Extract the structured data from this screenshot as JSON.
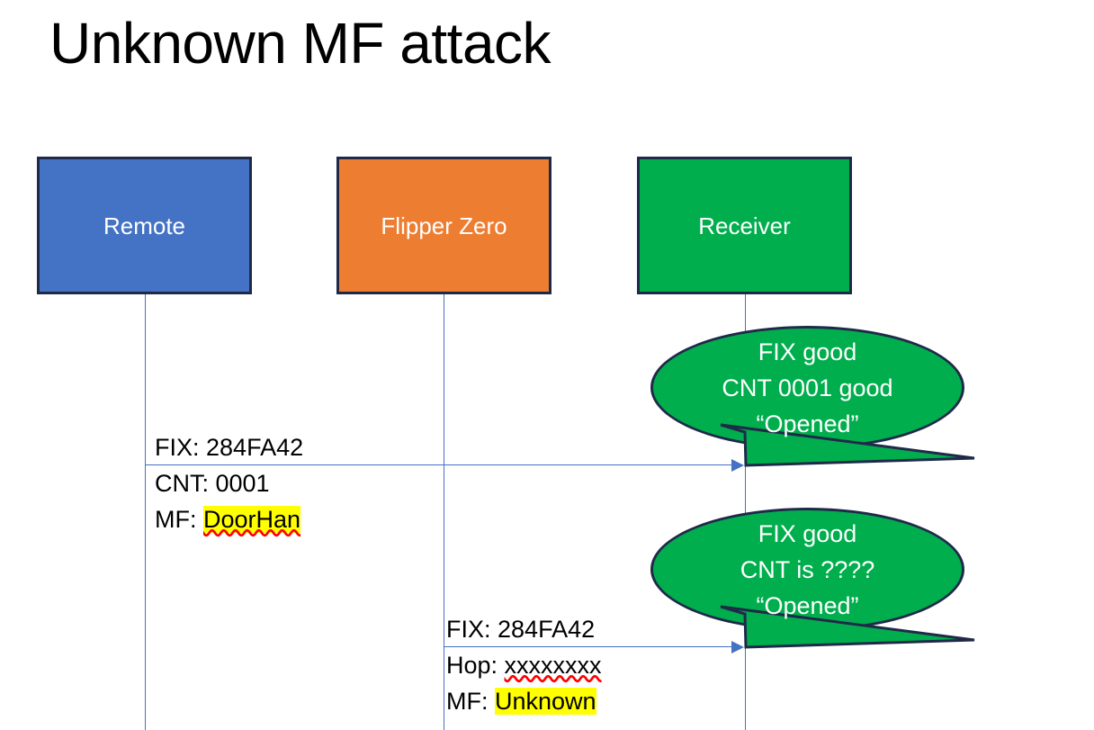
{
  "slide": {
    "title": "Unknown MF attack",
    "background": "#ffffff"
  },
  "colors": {
    "remote": "#4472C4",
    "flipper": "#ED7D31",
    "receiver": "#00AE4D",
    "box_border": "#1F2A49",
    "lifeline": "#4472C4",
    "arrow": "#4472C4",
    "highlight": "#FFFF00",
    "spellcheck_underline": "#FF0000",
    "box_label_text": "#FFFFFF",
    "message_text": "#000000"
  },
  "actors": [
    {
      "id": "remote",
      "label": "Remote"
    },
    {
      "id": "flipper",
      "label": "Flipper Zero"
    },
    {
      "id": "receiver",
      "label": "Receiver"
    }
  ],
  "messages": [
    {
      "id": "msg-remote-to-receiver",
      "from": "Remote",
      "to": "Receiver",
      "lines": [
        {
          "prefix": "FIX: ",
          "value": "284FA42",
          "highlight": false,
          "spellcheck": false
        },
        {
          "prefix": "CNT: ",
          "value": "0001",
          "highlight": false,
          "spellcheck": false
        },
        {
          "prefix": "MF: ",
          "value": "DoorHan",
          "highlight": true,
          "spellcheck": true
        }
      ]
    },
    {
      "id": "msg-flipper-to-receiver",
      "from": "Flipper Zero",
      "to": "Receiver",
      "lines": [
        {
          "prefix": "FIX: ",
          "value": "284FA42",
          "highlight": false,
          "spellcheck": false
        },
        {
          "prefix": "Hop: ",
          "value": "xxxxxxxx",
          "highlight": false,
          "spellcheck": true
        },
        {
          "prefix": "MF: ",
          "value": "Unknown",
          "highlight": true,
          "spellcheck": false
        }
      ]
    }
  ],
  "callouts": [
    {
      "id": "callout-first-reception",
      "lines": [
        "FIX good",
        "CNT 0001 good",
        "“Opened”"
      ]
    },
    {
      "id": "callout-second-reception",
      "lines": [
        "FIX good",
        "CNT is ????",
        "“Opened”"
      ]
    }
  ]
}
